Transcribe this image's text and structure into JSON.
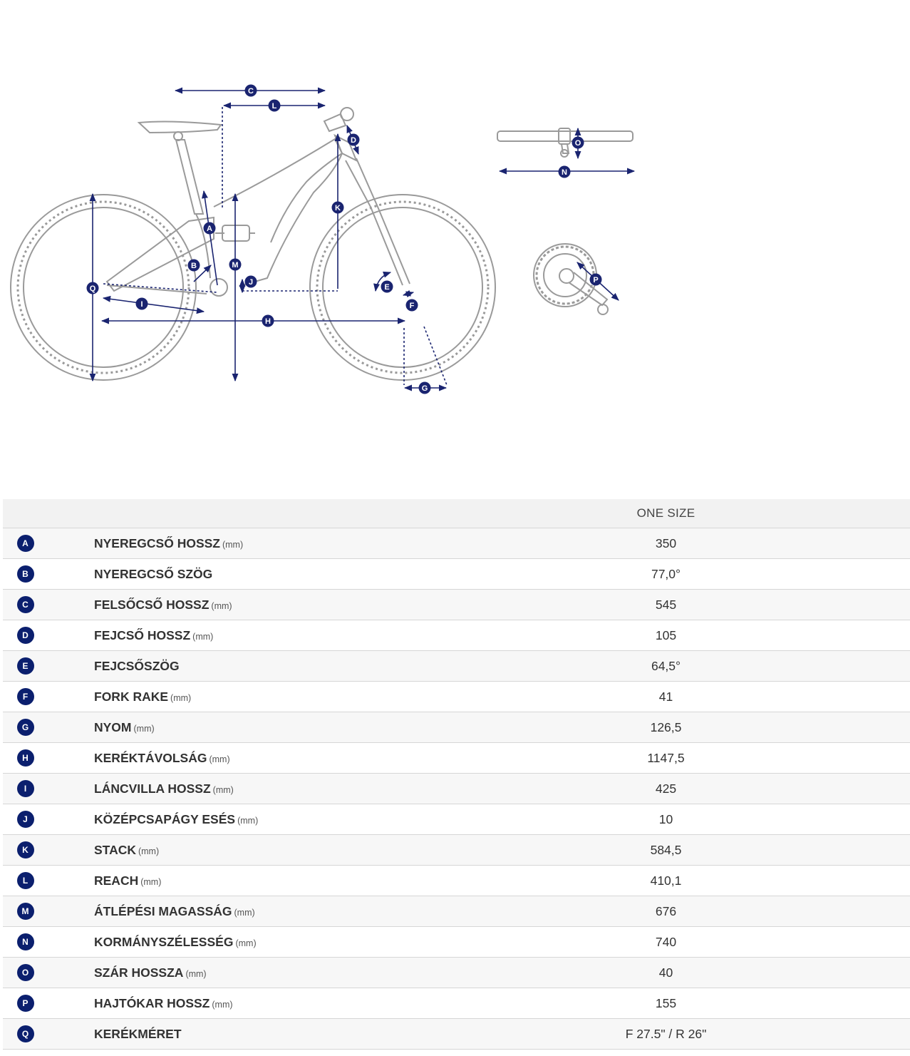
{
  "diagram": {
    "letters": [
      "A",
      "B",
      "C",
      "D",
      "E",
      "F",
      "G",
      "H",
      "I",
      "J",
      "K",
      "L",
      "M",
      "N",
      "O",
      "P",
      "Q"
    ]
  },
  "table": {
    "size_header": "ONE SIZE",
    "rows": [
      {
        "letter": "A",
        "label": "NYEREGCSŐ HOSSZ",
        "unit": "(mm)",
        "value": "350"
      },
      {
        "letter": "B",
        "label": "NYEREGCSŐ SZÖG",
        "unit": "",
        "value": "77,0°"
      },
      {
        "letter": "C",
        "label": "FELSŐCSŐ HOSSZ",
        "unit": "(mm)",
        "value": "545"
      },
      {
        "letter": "D",
        "label": "FEJCSŐ HOSSZ",
        "unit": "(mm)",
        "value": "105"
      },
      {
        "letter": "E",
        "label": "FEJCSŐSZÖG",
        "unit": "",
        "value": "64,5°"
      },
      {
        "letter": "F",
        "label": "FORK RAKE",
        "unit": "(mm)",
        "value": "41"
      },
      {
        "letter": "G",
        "label": "NYOM",
        "unit": "(mm)",
        "value": "126,5"
      },
      {
        "letter": "H",
        "label": "KERÉKTÁVOLSÁG",
        "unit": "(mm)",
        "value": "1147,5"
      },
      {
        "letter": "I",
        "label": "LÁNCVILLA HOSSZ",
        "unit": "(mm)",
        "value": "425"
      },
      {
        "letter": "J",
        "label": "KÖZÉPCSAPÁGY ESÉS",
        "unit": "(mm)",
        "value": "10"
      },
      {
        "letter": "K",
        "label": "STACK",
        "unit": "(mm)",
        "value": "584,5"
      },
      {
        "letter": "L",
        "label": "REACH",
        "unit": "(mm)",
        "value": "410,1"
      },
      {
        "letter": "M",
        "label": "ÁTLÉPÉSI MAGASSÁG",
        "unit": "(mm)",
        "value": "676"
      },
      {
        "letter": "N",
        "label": "KORMÁNYSZÉLESSÉG",
        "unit": "(mm)",
        "value": "740"
      },
      {
        "letter": "O",
        "label": "SZÁR HOSSZA",
        "unit": "(mm)",
        "value": "40"
      },
      {
        "letter": "P",
        "label": "HAJTÓKAR HOSSZ",
        "unit": "(mm)",
        "value": "155"
      },
      {
        "letter": "Q",
        "label": "KERÉKMÉRET",
        "unit": "",
        "value": "F 27.5\" / R 26\""
      }
    ]
  }
}
